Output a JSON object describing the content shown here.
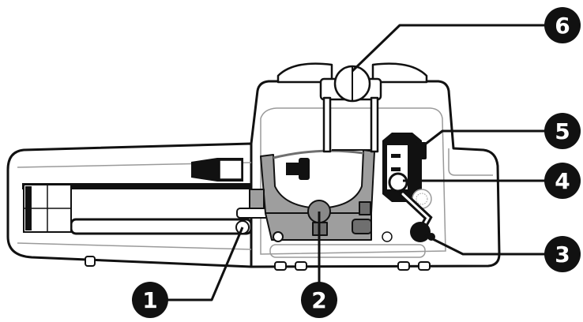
{
  "callouts": [
    {
      "id": "1",
      "label": "1"
    },
    {
      "id": "2",
      "label": "2"
    },
    {
      "id": "3",
      "label": "3"
    },
    {
      "id": "4",
      "label": "4"
    },
    {
      "id": "5",
      "label": "5"
    },
    {
      "id": "6",
      "label": "6"
    }
  ],
  "colors": {
    "outline": "#111111",
    "thin_line": "#9a9a9a",
    "clamp_gray": "#9e9e9e",
    "clamp_dark": "#6f6f6f",
    "callout_fill": "#111111",
    "callout_text": "#ffffff"
  }
}
